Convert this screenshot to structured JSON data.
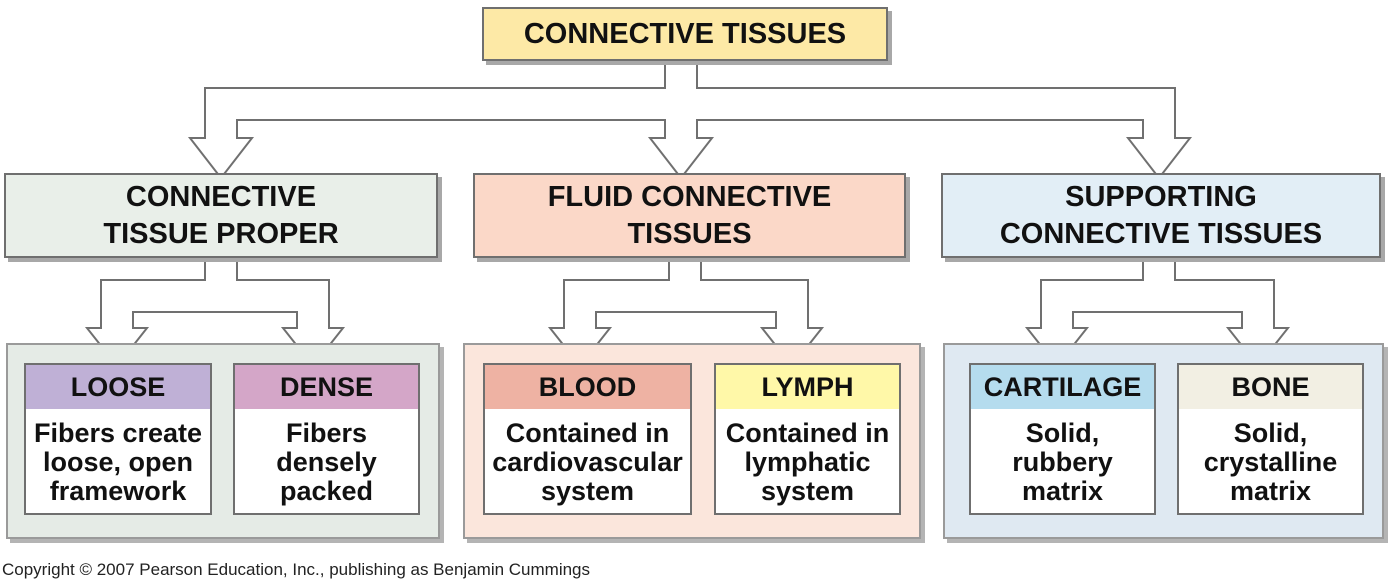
{
  "root": {
    "label": "CONNECTIVE TISSUES",
    "color": "#fde9a6"
  },
  "categories": [
    {
      "id": "proper",
      "lines": [
        "CONNECTIVE",
        "TISSUE PROPER"
      ],
      "color": "#e9efe9",
      "panel_color": "#e5ebe6",
      "children": [
        {
          "title": "LOOSE",
          "title_color": "#bfb0d6",
          "lines": [
            "Fibers create",
            "loose, open",
            "framework"
          ]
        },
        {
          "title": "DENSE",
          "title_color": "#d4a6c8",
          "lines": [
            "Fibers",
            "densely",
            "packed"
          ]
        }
      ]
    },
    {
      "id": "fluid",
      "lines": [
        "FLUID CONNECTIVE",
        "TISSUES"
      ],
      "color": "#fbd8c8",
      "panel_color": "#fbe6dc",
      "children": [
        {
          "title": "BLOOD",
          "title_color": "#eeb2a3",
          "lines": [
            "Contained in",
            "cardiovascular",
            "system"
          ]
        },
        {
          "title": "LYMPH",
          "title_color": "#fff8a8",
          "lines": [
            "Contained in",
            "lymphatic",
            "system"
          ]
        }
      ]
    },
    {
      "id": "supporting",
      "lines": [
        "SUPPORTING",
        "CONNECTIVE TISSUES"
      ],
      "color": "#e2eef6",
      "panel_color": "#dfe9f2",
      "children": [
        {
          "title": "CARTILAGE",
          "title_color": "#b5dcee",
          "lines": [
            "Solid,",
            "rubbery",
            "matrix"
          ]
        },
        {
          "title": "BONE",
          "title_color": "#f2efe3",
          "lines": [
            "Solid,",
            "crystalline",
            "matrix"
          ]
        }
      ]
    }
  ],
  "copyright": "Copyright © 2007 Pearson Education, Inc., publishing as Benjamin Cummings"
}
